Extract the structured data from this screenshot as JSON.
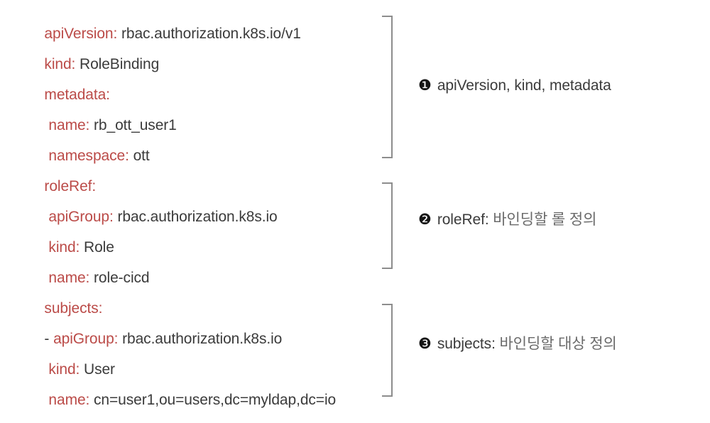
{
  "document": {
    "kind": "annotated-yaml-diagram",
    "background_color": "#ffffff",
    "key_color": "#bb4b48",
    "value_color": "#3b3b3b",
    "bracket_color": "#8d8d8d",
    "annotation_color": "#4a4a4a"
  },
  "yaml": {
    "lines": [
      {
        "indent": 0,
        "dash": "",
        "key": "apiVersion:",
        "value": " rbac.authorization.k8s.io/v1"
      },
      {
        "indent": 0,
        "dash": "",
        "key": "kind:",
        "value": " RoleBinding"
      },
      {
        "indent": 0,
        "dash": "",
        "key": "metadata:",
        "value": ""
      },
      {
        "indent": 1,
        "dash": "",
        "key": "name:",
        "value": " rb_ott_user1"
      },
      {
        "indent": 1,
        "dash": "",
        "key": "namespace:",
        "value": " ott"
      },
      {
        "indent": 0,
        "dash": "",
        "key": "roleRef:",
        "value": ""
      },
      {
        "indent": 1,
        "dash": "",
        "key": "apiGroup:",
        "value": " rbac.authorization.k8s.io"
      },
      {
        "indent": 1,
        "dash": "",
        "key": "kind:",
        "value": " Role"
      },
      {
        "indent": 1,
        "dash": "",
        "key": "name:",
        "value": " role-cicd"
      },
      {
        "indent": 0,
        "dash": "",
        "key": "subjects:",
        "value": ""
      },
      {
        "indent": 0,
        "dash": "- ",
        "key": "apiGroup:",
        "value": " rbac.authorization.k8s.io"
      },
      {
        "indent": 1,
        "dash": "",
        "key": "kind:",
        "value": " User"
      },
      {
        "indent": 1,
        "dash": "",
        "key": "name:",
        "value": " cn=user1,ou=users,dc=myldap,dc=io"
      }
    ]
  },
  "annotations": [
    {
      "marker": "❶",
      "label": "apiVersion, kind, metadata",
      "description": ""
    },
    {
      "marker": "❷",
      "label": "roleRef: ",
      "description": "바인딩할 롤 정의"
    },
    {
      "marker": "❸",
      "label": "subjects: ",
      "description": "바인딩할 대상 정의"
    }
  ],
  "brackets": [
    {
      "name": "bracket-metadata-group",
      "label": "group 1 brace"
    },
    {
      "name": "bracket-roleref-group",
      "label": "group 2 brace"
    },
    {
      "name": "bracket-subjects-group",
      "label": "group 3 brace"
    }
  ]
}
